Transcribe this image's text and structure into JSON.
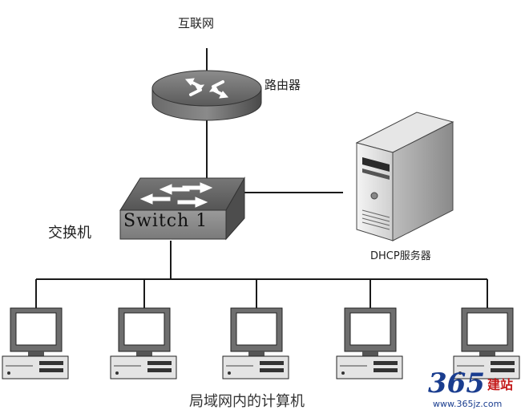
{
  "labels": {
    "internet": "互联网",
    "router": "路由器",
    "switch": "交换机",
    "switch_name": "Switch 1",
    "dhcp_server": "DHCP服务器",
    "lan_computers": "局域网内的计算机"
  },
  "watermark": {
    "number": "365",
    "brand": "建站",
    "url": "www.365jz.com"
  },
  "computers": [
    {
      "id": "pc-1"
    },
    {
      "id": "pc-2"
    },
    {
      "id": "pc-3"
    },
    {
      "id": "pc-4"
    },
    {
      "id": "pc-5"
    }
  ]
}
